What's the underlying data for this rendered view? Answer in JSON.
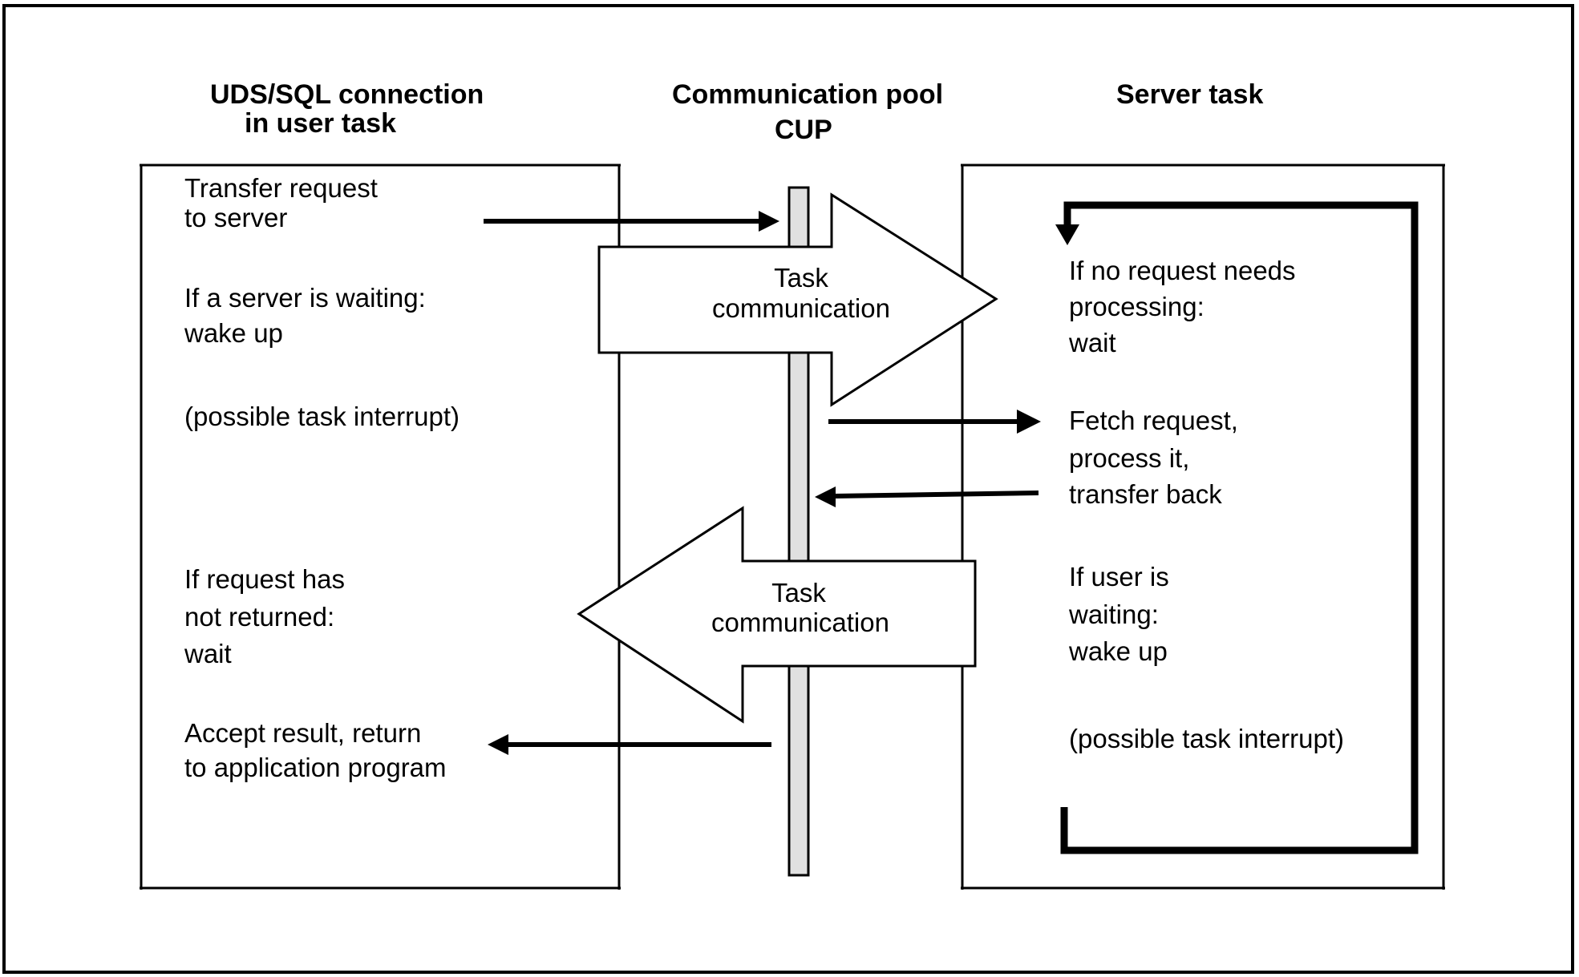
{
  "headers": {
    "left": [
      "UDS/SQL connection",
      "in user task"
    ],
    "middle": [
      "Communication pool",
      "CUP"
    ],
    "right": [
      "Server task"
    ]
  },
  "left_panel": {
    "transfer_request": [
      "Transfer request",
      "to server"
    ],
    "server_waiting": [
      "If a server is waiting:",
      "wake up"
    ],
    "task_interrupt": [
      "(possible task interrupt)"
    ],
    "request_not_returned": [
      "If request has",
      "not returned:",
      "wait"
    ],
    "accept_result": [
      "Accept result, return",
      "to application program"
    ]
  },
  "right_panel": {
    "no_request": [
      "If no request needs",
      "processing:",
      "wait"
    ],
    "fetch_request": [
      "Fetch request,",
      "process it,",
      "transfer back"
    ],
    "user_waiting": [
      "If user is",
      "waiting:",
      "wake up"
    ],
    "task_interrupt": [
      "(possible task interrupt)"
    ]
  },
  "arrows": {
    "to_server": [
      "Task",
      "communication"
    ],
    "to_user": [
      "Task",
      "communication"
    ]
  },
  "colors": {
    "stroke": "#000000",
    "pool_bar_fill": "#e0e0e0",
    "background": "#ffffff"
  }
}
